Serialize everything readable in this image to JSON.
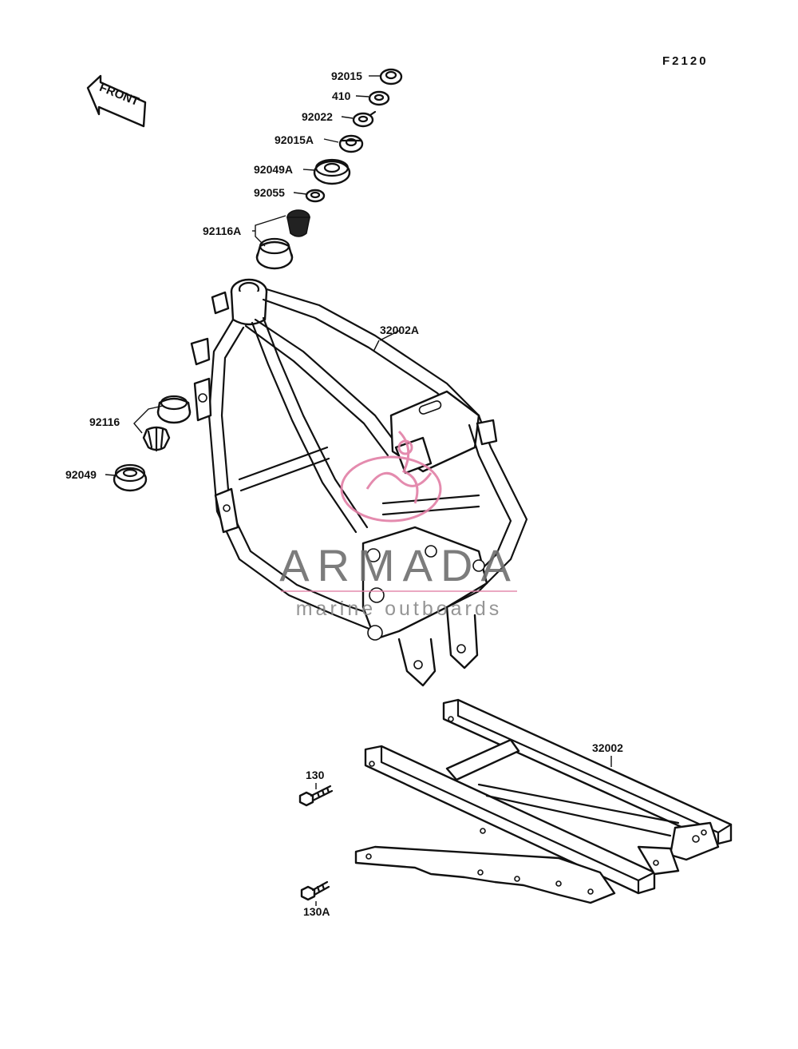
{
  "diagram": {
    "code": "F2120",
    "front_label": "FRONT",
    "parts": {
      "p92015": "92015",
      "p410": "410",
      "p92022": "92022",
      "p92015A": "92015A",
      "p92049A": "92049A",
      "p92055": "92055",
      "p92116A": "92116A",
      "p32002A": "32002A",
      "p92116": "92116",
      "p92049": "92049",
      "p32002": "32002",
      "p130": "130",
      "p130A": "130A"
    }
  },
  "watermark": {
    "brand": "ARMADA",
    "tagline": "marine outboards",
    "color": "#e27fa6"
  }
}
